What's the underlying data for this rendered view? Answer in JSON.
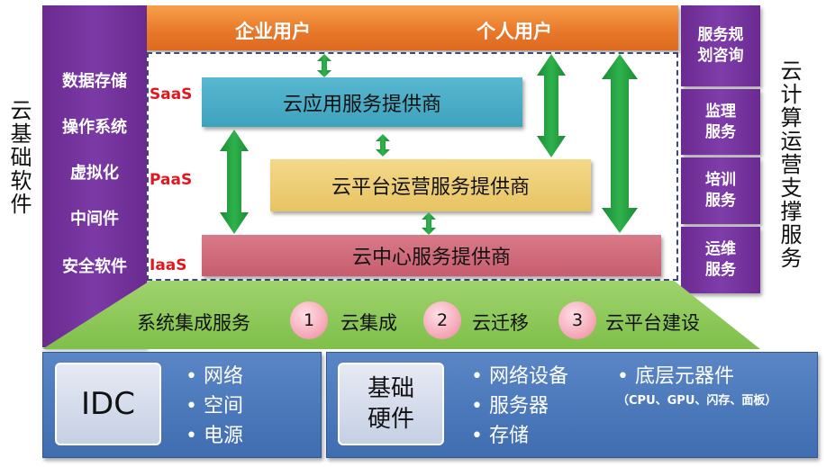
{
  "left": {
    "label": "云基础软件",
    "items": [
      "数据存储",
      "操作系统",
      "虚拟化",
      "中间件",
      "安全软件"
    ]
  },
  "right": {
    "label": "云计算运营支撑服务",
    "boxes": [
      "服务规划咨询",
      "监理服务",
      "培训服务",
      "运维服务"
    ]
  },
  "users": {
    "enterprise": "企业用户",
    "personal": "个人用户"
  },
  "layers": {
    "saas": {
      "tag": "SaaS",
      "name": "云应用服务提供商"
    },
    "paas": {
      "tag": "PaaS",
      "name": "云平台运营服务提供商"
    },
    "iaas": {
      "tag": "IaaS",
      "name": "云中心服务提供商"
    }
  },
  "integration": {
    "title": "系统集成服务",
    "steps": [
      {
        "num": "1",
        "label": "云集成"
      },
      {
        "num": "2",
        "label": "云迁移"
      },
      {
        "num": "3",
        "label": "云平台建设"
      }
    ]
  },
  "idc": {
    "title": "IDC",
    "items": [
      "• 网络",
      "• 空间",
      "• 电源"
    ]
  },
  "hardware": {
    "title_line1": "基础",
    "title_line2": "硬件",
    "items": [
      "• 网络设备",
      "• 服务器",
      "• 存储"
    ],
    "extra": "• 底层元器件",
    "extra_note": "（CPU、GPU、闪存、面板）"
  },
  "colors": {
    "purple": "#7b3aa5",
    "orange": "#e8772a",
    "green": "#1e9a3c",
    "red_label": "#e0171f"
  }
}
